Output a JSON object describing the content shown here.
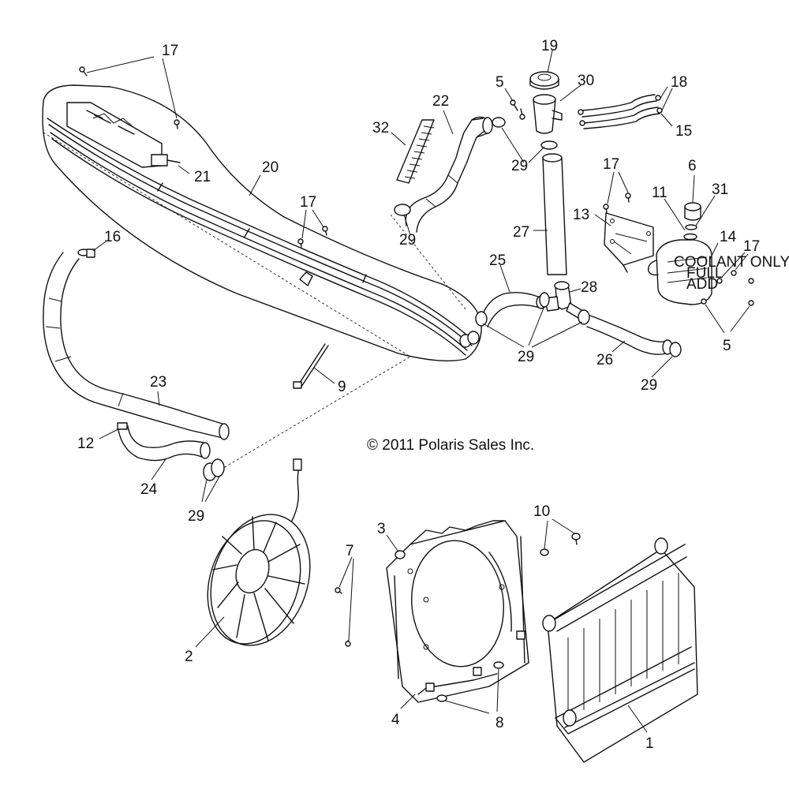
{
  "copyright": "© 2011 Polaris Sales Inc.",
  "callouts": {
    "c1": "1",
    "c2": "2",
    "c3": "3",
    "c4": "4",
    "c5a": "5",
    "c5b": "5",
    "c6": "6",
    "c7": "7",
    "c8": "8",
    "c9": "9",
    "c10": "10",
    "c11": "11",
    "c12": "12",
    "c13": "13",
    "c14": "14",
    "c15": "15",
    "c16": "16",
    "c17a": "17",
    "c17b": "17",
    "c17c": "17",
    "c17d": "17",
    "c18": "18",
    "c19": "19",
    "c20": "20",
    "c21": "21",
    "c22": "22",
    "c23": "23",
    "c24": "24",
    "c25": "25",
    "c26": "26",
    "c27": "27",
    "c28": "28",
    "c29a": "29",
    "c29b": "29",
    "c29c": "29",
    "c29d": "29",
    "c29e": "29",
    "c30": "30",
    "c31": "31",
    "c32": "32"
  },
  "reservoir_labels": {
    "line1": "COOLANT ONLY",
    "line2": "FULL",
    "line3": "ADD"
  }
}
